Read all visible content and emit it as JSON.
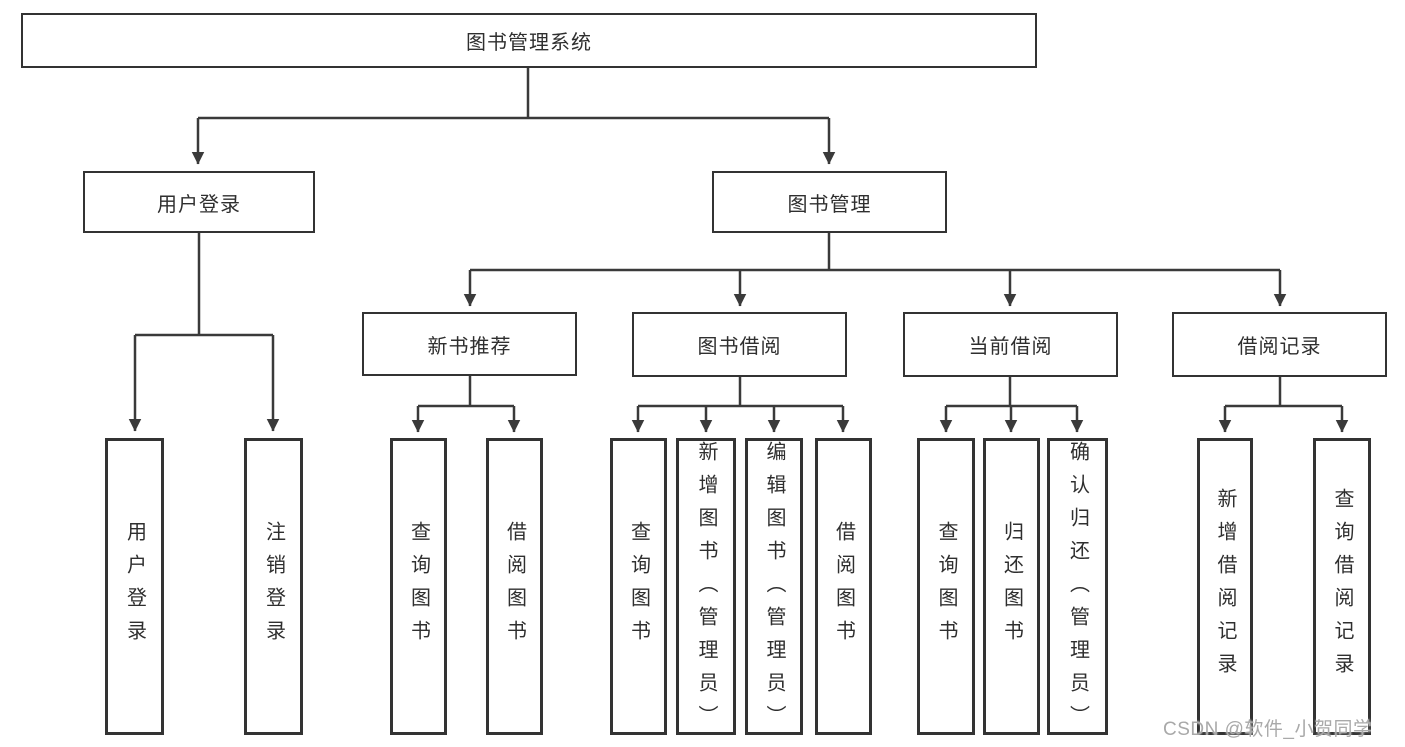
{
  "diagram_title": "图书管理系统",
  "colors": {
    "background": "#ffffff",
    "line": "#3a3a3a",
    "box_border": "#333333",
    "text": "#2f2f2f",
    "watermark": "#a9a9a9"
  },
  "nodes": {
    "root": "图书管理系统",
    "user_login": "用户登录",
    "book_management": "图书管理",
    "new_book_recommend": "新书推荐",
    "book_borrowing": "图书借阅",
    "current_borrowing": "当前借阅",
    "borrowing_records": "借阅记录",
    "ul_user_login": "用户登录",
    "ul_logout": "注销登录",
    "nb_query_books": "查询图书",
    "nb_borrow_books": "借阅图书",
    "bb_query_books": "查询图书",
    "bb_add_books": "新增图书（管理员）",
    "bb_edit_books": "编辑图书（管理员）",
    "bb_borrow_books": "借阅图书",
    "cb_query_books": "查询图书",
    "cb_return_books": "归还图书",
    "cb_confirm_return": "确认归还（管理员）",
    "br_add_record": "新增借阅记录",
    "br_query_record": "查询借阅记录"
  },
  "watermark": {
    "text": "CSDN @软件_小贺同学"
  }
}
